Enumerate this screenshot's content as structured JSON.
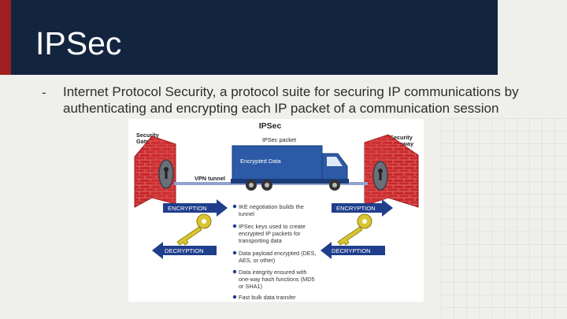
{
  "slide": {
    "title": "IPSec",
    "bullet_marker": "-",
    "body": "Internet Protocol Security, a protocol suite for securing IP communications by authenticating and encrypting each IP packet of a communication session"
  },
  "diagram": {
    "title": "IPSec",
    "gateway_left": [
      "Security",
      "Gateway"
    ],
    "gateway_right": [
      "Security",
      "Gateway"
    ],
    "packet_label": "IPSec packet",
    "cargo_label": "Encrypted Data",
    "tunnel_label": "VPN tunnel",
    "encryption_label": "ENCRYPTION",
    "decryption_label": "DECRYPTION",
    "bullets": [
      [
        "IKE negotiation builds the",
        "tunnel"
      ],
      [
        "IPSec keys used to create",
        "encrypted IP packets for",
        "transporting data"
      ],
      [
        "Data payload encrypted (DES,",
        "AES, or other)"
      ],
      [
        "Data integrity ensured with",
        "one-way hash functions (MD5",
        "or SHA1)"
      ],
      [
        "Fast bulk data transfer"
      ]
    ],
    "colors": {
      "wall": "#c8282b",
      "arrow": "#1f3e8c",
      "truck": "#2c5aa6",
      "key": "#d8c530"
    }
  }
}
